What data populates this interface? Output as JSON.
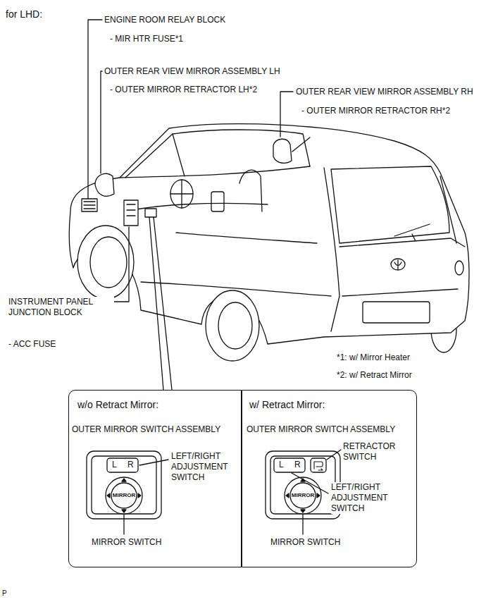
{
  "diagram": {
    "nodes": [
      {
        "text": [
          "w/o Retract Mirror:",
          "OUTER MIRROR SWITCH ASSEMBLY"
        ]
      },
      {
        "text": [
          "w/ Retract Mirror:",
          "OUTER MIRROR SWITCH ASSEMBLY"
        ]
      }
    ],
    "labels": [
      "for LHD:",
      "ENGINE ROOM RELAY BLOCK",
      "- MIR HTR FUSE*1",
      "OUTER REAR VIEW MIRROR ASSEMBLY LH",
      "- OUTER MIRROR RETRACTOR LH*2",
      "OUTER REAR VIEW MIRROR ASSEMBLY RH",
      "- OUTER MIRROR RETRACTOR RH*2",
      "INSTRUMENT PANEL JUNCTION BLOCK",
      "- ACC FUSE",
      "*1: w/ Mirror Heater",
      "*2: w/ Retract Mirror",
      "L",
      "R",
      "LEFT/RIGHT ADJUSTMENT SWITCH",
      "MIRROR",
      "MIRROR SWITCH",
      "L",
      "R",
      "RETRACTOR SWITCH",
      "LEFT/RIGHT ADJUSTMENT SWITCH",
      "MIRROR",
      "MIRROR SWITCH",
      "P"
    ]
  }
}
